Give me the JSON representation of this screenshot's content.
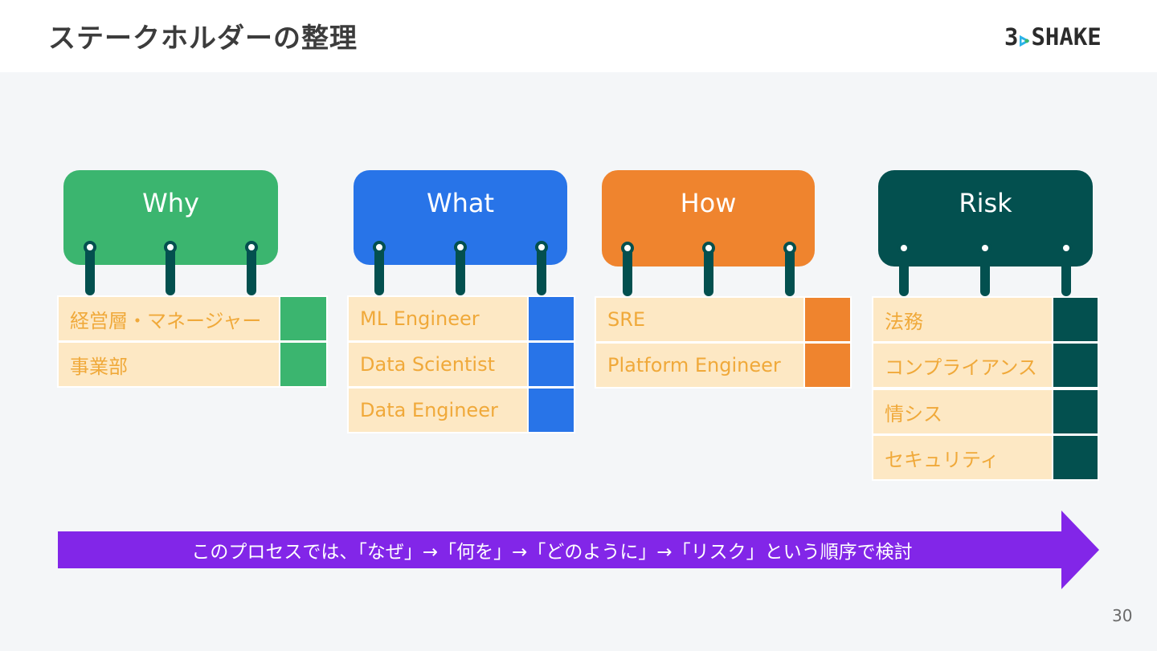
{
  "slide": {
    "title": "ステークホルダーの整理",
    "logo": {
      "left": "3",
      "right": "SHAKE"
    },
    "page_number": "30"
  },
  "colors": {
    "why": "#3bb56f",
    "what": "#2874e8",
    "how": "#ef842e",
    "risk": "#03504f",
    "cell_bg": "#fde8c4",
    "cell_text": "#f0a93a",
    "arrow": "#8226e8"
  },
  "columns": [
    {
      "key": "why",
      "title": "Why",
      "items": [
        "経営層・マネージャー",
        "事業部"
      ]
    },
    {
      "key": "what",
      "title": "What",
      "items": [
        "ML Engineer",
        "Data Scientist",
        "Data Engineer"
      ]
    },
    {
      "key": "how",
      "title": "How",
      "items": [
        "SRE",
        "Platform Engineer"
      ]
    },
    {
      "key": "risk",
      "title": "Risk",
      "items": [
        "法務",
        "コンプライアンス",
        "情シス",
        "セキュリティ"
      ]
    }
  ],
  "flow": {
    "text": "このプロセスでは、「なぜ」→「何を」→「どのように」→「リスク」という順序で検討"
  }
}
